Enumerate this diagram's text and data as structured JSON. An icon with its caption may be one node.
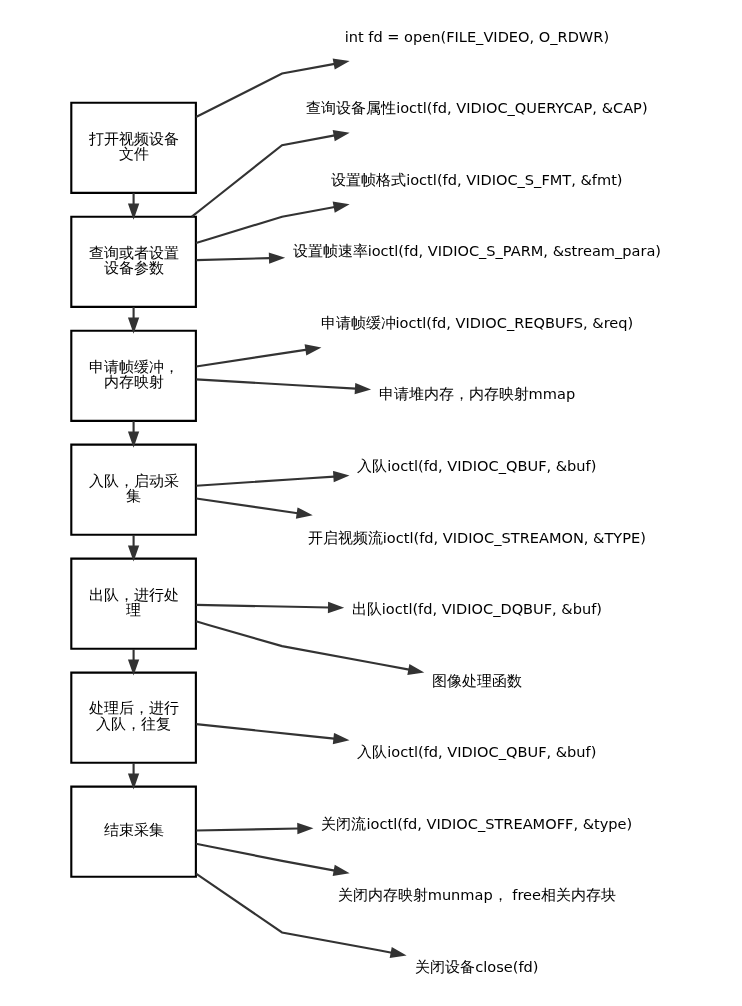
{
  "diagram": {
    "nodes": [
      {
        "text": [
          "打开视频设备文件"
        ]
      },
      {
        "text": [
          "int fd = open(FILE_VIDEO, O_RDWR)"
        ]
      },
      {
        "text": [
          "查询或者设置设备参数"
        ]
      },
      {
        "text": [
          "查询设备属性ioctl(fd, VIDIOC_QUERYCAP, &CAP)"
        ]
      },
      {
        "text": [
          "设置帧格式ioctl(fd, VIDIOC_S_FMT, &fmt)"
        ]
      },
      {
        "text": [
          "设置帧速率ioctl(fd, VIDIOC_S_PARM, &stream_para)"
        ]
      },
      {
        "text": [
          "申请帧缓冲，内存映射"
        ]
      },
      {
        "text": [
          "申请帧缓冲ioctl(fd, VIDIOC_REQBUFS, &req)"
        ]
      },
      {
        "text": [
          "申请堆内存，内存映射mmap"
        ]
      },
      {
        "text": [
          "入队，启动采集"
        ]
      },
      {
        "text": [
          "入队ioctl(fd, VIDIOC_QBUF, &buf)"
        ]
      },
      {
        "text": [
          "开启视频流ioctl(fd, VIDIOC_STREAMON, &TYPE)"
        ]
      },
      {
        "text": [
          "出队，进行处理"
        ]
      },
      {
        "text": [
          "出队ioctl(fd, VIDIOC_DQBUF, &buf)"
        ]
      },
      {
        "text": [
          "图像处理函数"
        ]
      },
      {
        "text": [
          "处理后，进行入队，往复"
        ]
      },
      {
        "text": [
          "入队ioctl(fd, VIDIOC_QBUF, &buf)"
        ]
      },
      {
        "text": [
          "结束采集"
        ]
      },
      {
        "text": [
          "关闭流ioctl(fd, VIDIOC_STREAMOFF, &type)"
        ]
      },
      {
        "text": [
          "关闭内存映射munmap， free相关内存块"
        ]
      },
      {
        "text": [
          "关闭设备close(fd)"
        ]
      }
    ],
    "edges": [
      {
        "from": 0,
        "to": 1,
        "arrow": "to"
      },
      {
        "from": 0,
        "to": 2,
        "arrow": "to"
      },
      {
        "from": 2,
        "to": 3,
        "arrow": "to"
      },
      {
        "from": 2,
        "to": 4,
        "arrow": "to"
      },
      {
        "from": 2,
        "to": 5,
        "arrow": "to"
      },
      {
        "from": 2,
        "to": 6,
        "arrow": "to"
      },
      {
        "from": 6,
        "to": 7,
        "arrow": "to"
      },
      {
        "from": 6,
        "to": 8,
        "arrow": "to"
      },
      {
        "from": 6,
        "to": 9,
        "arrow": "to"
      },
      {
        "from": 9,
        "to": 10,
        "arrow": "to"
      },
      {
        "from": 9,
        "to": 11,
        "arrow": "to"
      },
      {
        "from": 9,
        "to": 12,
        "arrow": "to"
      },
      {
        "from": 12,
        "to": 13,
        "arrow": "to"
      },
      {
        "from": 12,
        "to": 14,
        "arrow": "to"
      },
      {
        "from": 12,
        "to": 15,
        "arrow": "to"
      },
      {
        "from": 15,
        "to": 16,
        "arrow": "to"
      },
      {
        "from": 15,
        "to": 17,
        "arrow": "to"
      },
      {
        "from": 17,
        "to": 18,
        "arrow": "to"
      },
      {
        "from": 17,
        "to": 19,
        "arrow": "to"
      },
      {
        "from": 17,
        "to": 20,
        "arrow": "to"
      }
    ]
  }
}
